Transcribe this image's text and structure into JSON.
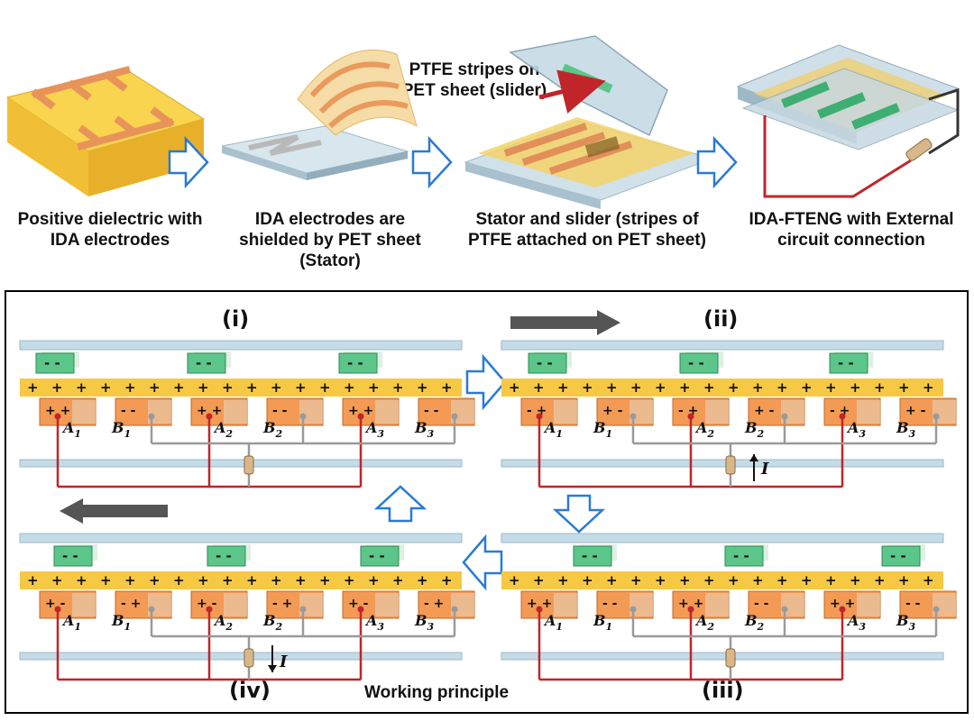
{
  "captions": {
    "step1": "Positive dielectric with IDA electrodes",
    "step2": "IDA electrodes are shielded by PET sheet (Stator)",
    "step3": "Stator  and slider (stripes of PTFE attached on PET sheet)",
    "step4": "IDA-FTENG with External circuit connection"
  },
  "callout": "PTFE stripes on PET sheet (slider)",
  "panel_labels": {
    "i": "(i)",
    "ii": "(ii)",
    "iii": "(iii)",
    "iv": "(iv)"
  },
  "working_principle": "Working principle",
  "electrode_labels": [
    "A1",
    "B1",
    "A2",
    "B2",
    "A3",
    "B3"
  ],
  "current_label": "I",
  "colors": {
    "dielectric": "#f7c843",
    "electrode": "#f39a55",
    "ptfe": "#5cc58a",
    "rail": "#c4dbe8",
    "wire_red": "#c0252a",
    "wire_gray": "#9a9a9a",
    "arrow_outline": "#2a7ad6",
    "motion_arrow": "#555555"
  }
}
